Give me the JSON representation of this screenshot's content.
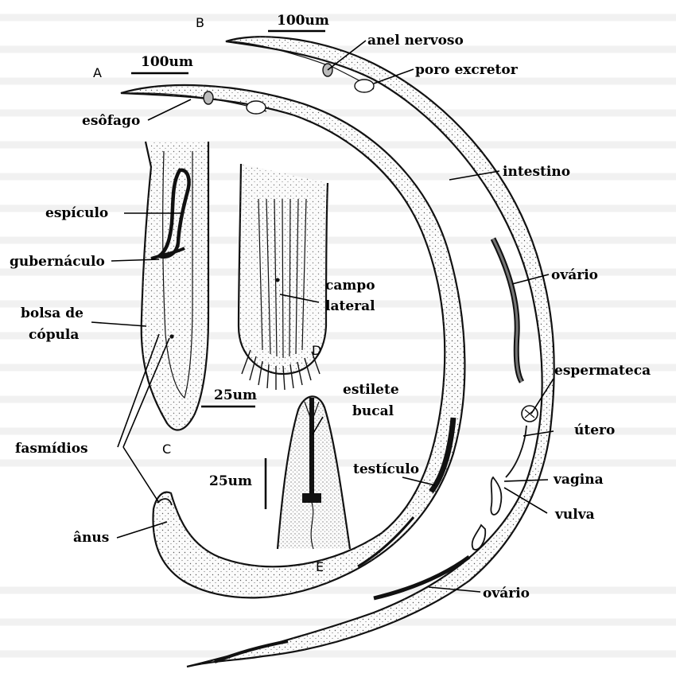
{
  "figure": {
    "panels": [
      "A",
      "B",
      "C",
      "D",
      "E"
    ],
    "scale_bars": {
      "A": "100um",
      "B": "100um",
      "C": "25um",
      "E": "25um"
    },
    "labels": {
      "anel_nervoso": "anel nervoso",
      "poro_excretor": "poro excretor",
      "esofago": "esôfago",
      "intestino": "intestino",
      "especulo": "espículo",
      "gubernaculo": "gubernáculo",
      "bolsa_1": "bolsa de",
      "bolsa_2": "cópula",
      "campo_1": "campo",
      "campo_2": "lateral",
      "ovario_top": "ovário",
      "espermateca": "espermateca",
      "utero": "útero",
      "estilete_1": "estilete",
      "estilete_2": "bucal",
      "fasmidios": "fasmídios",
      "testiculo": "testículo",
      "vagina": "vagina",
      "vulva": "vulva",
      "anus": "ânus",
      "ovario_bottom": "ovário"
    },
    "colors": {
      "ink": "#000000",
      "body_fill": "#fbfbfb",
      "bleed_text": "#d9d9d9"
    }
  }
}
